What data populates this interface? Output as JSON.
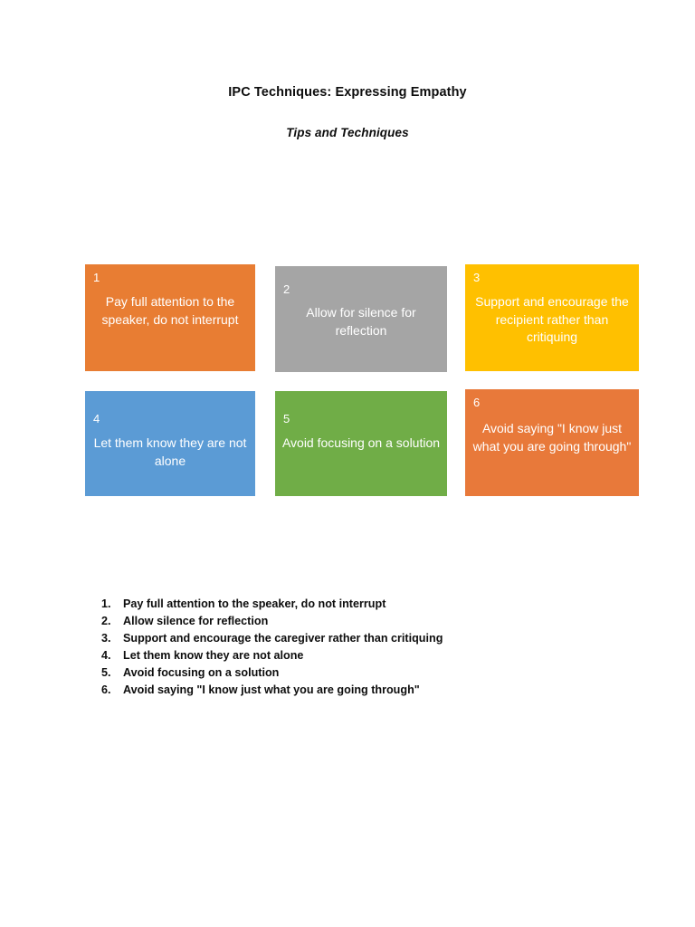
{
  "document": {
    "title": "IPC Techniques: Expressing Empathy",
    "subtitle": "Tips and Techniques"
  },
  "cards": [
    {
      "number": "1",
      "text": "Pay full attention to the speaker, do not interrupt",
      "color": "#E87D33",
      "color_name": "orange"
    },
    {
      "number": "2",
      "text": "Allow for silence for reflection",
      "color": "#A5A5A5",
      "color_name": "gray"
    },
    {
      "number": "3",
      "text": "Support and encourage the recipient rather than critiquing",
      "color": "#FFC000",
      "color_name": "amber"
    },
    {
      "number": "4",
      "text": "Let them know they are not alone",
      "color": "#5B9BD5",
      "color_name": "blue"
    },
    {
      "number": "5",
      "text": "Avoid focusing on a solution",
      "color": "#70AD47",
      "color_name": "green"
    },
    {
      "number": "6",
      "text": "Avoid saying \"I know just what you are going through\"",
      "color": "#E8793A",
      "color_name": "orange"
    }
  ],
  "summary_list": [
    {
      "marker": "1.",
      "text": "Pay full attention to the speaker, do not interrupt"
    },
    {
      "marker": "2.",
      "text": "Allow silence for reflection"
    },
    {
      "marker": "3.",
      "text": "Support and encourage the caregiver rather than critiquing"
    },
    {
      "marker": "4.",
      "text": "Let them know they are not alone"
    },
    {
      "marker": "5.",
      "text": "Avoid focusing on a solution"
    },
    {
      "marker": "6.",
      "text": "Avoid saying \"I know just what you are going through\""
    }
  ]
}
